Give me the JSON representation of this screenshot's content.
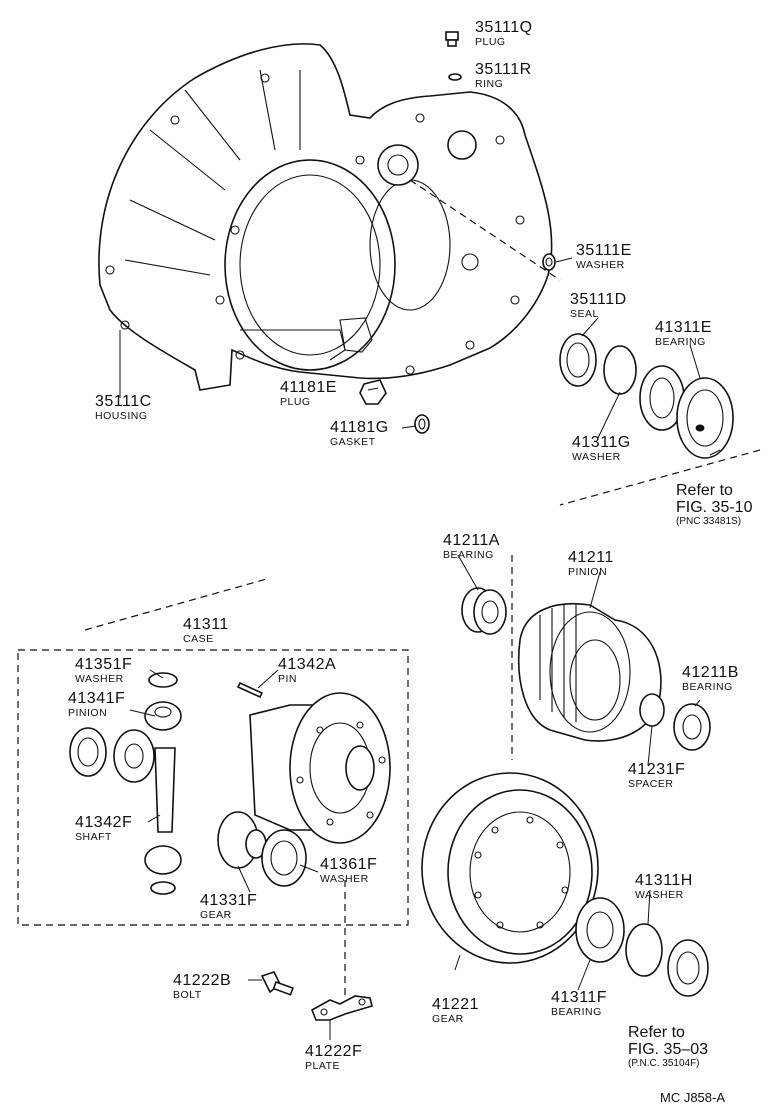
{
  "parts": [
    {
      "id": "p_35111Q",
      "number": "35111Q",
      "name": "PLUG"
    },
    {
      "id": "p_35111R",
      "number": "35111R",
      "name": "RING"
    },
    {
      "id": "p_35111E",
      "number": "35111E",
      "name": "WASHER"
    },
    {
      "id": "p_35111D",
      "number": "35111D",
      "name": "SEAL"
    },
    {
      "id": "p_41311E",
      "number": "41311E",
      "name": "BEARING"
    },
    {
      "id": "p_35111C",
      "number": "35111C",
      "name": "HOUSING"
    },
    {
      "id": "p_41181E",
      "number": "41181E",
      "name": "PLUG"
    },
    {
      "id": "p_41181G",
      "number": "41181G",
      "name": "GASKET"
    },
    {
      "id": "p_41311G",
      "number": "41311G",
      "name": "WASHER"
    },
    {
      "id": "p_41211A",
      "number": "41211A",
      "name": "BEARING"
    },
    {
      "id": "p_41211",
      "number": "41211",
      "name": "PINION"
    },
    {
      "id": "p_41311",
      "number": "41311",
      "name": "CASE"
    },
    {
      "id": "p_41351F",
      "number": "41351F",
      "name": "WASHER"
    },
    {
      "id": "p_41342A",
      "number": "41342A",
      "name": "PIN"
    },
    {
      "id": "p_41341F",
      "number": "41341F",
      "name": "PINION"
    },
    {
      "id": "p_41211B",
      "number": "41211B",
      "name": "BEARING"
    },
    {
      "id": "p_41231F",
      "number": "41231F",
      "name": "SPACER"
    },
    {
      "id": "p_41342F",
      "number": "41342F",
      "name": "SHAFT"
    },
    {
      "id": "p_41361F",
      "number": "41361F",
      "name": "WASHER"
    },
    {
      "id": "p_41331F",
      "number": "41331F",
      "name": "GEAR"
    },
    {
      "id": "p_41311H",
      "number": "41311H",
      "name": "WASHER"
    },
    {
      "id": "p_41222B",
      "number": "41222B",
      "name": "BOLT"
    },
    {
      "id": "p_41221",
      "number": "41221",
      "name": "GEAR"
    },
    {
      "id": "p_41311F",
      "number": "41311F",
      "name": "BEARING"
    },
    {
      "id": "p_41222F",
      "number": "41222F",
      "name": "PLATE"
    }
  ],
  "references": [
    {
      "id": "ref1",
      "line1": "Refer to",
      "line2": "FIG. 35-10",
      "line3": "(PNC 33481S)"
    },
    {
      "id": "ref2",
      "line1": "Refer to",
      "line2": "FIG. 35–03",
      "line3": "(P.N.C. 35104F)"
    }
  ],
  "figure_code": "MC  J858-A"
}
